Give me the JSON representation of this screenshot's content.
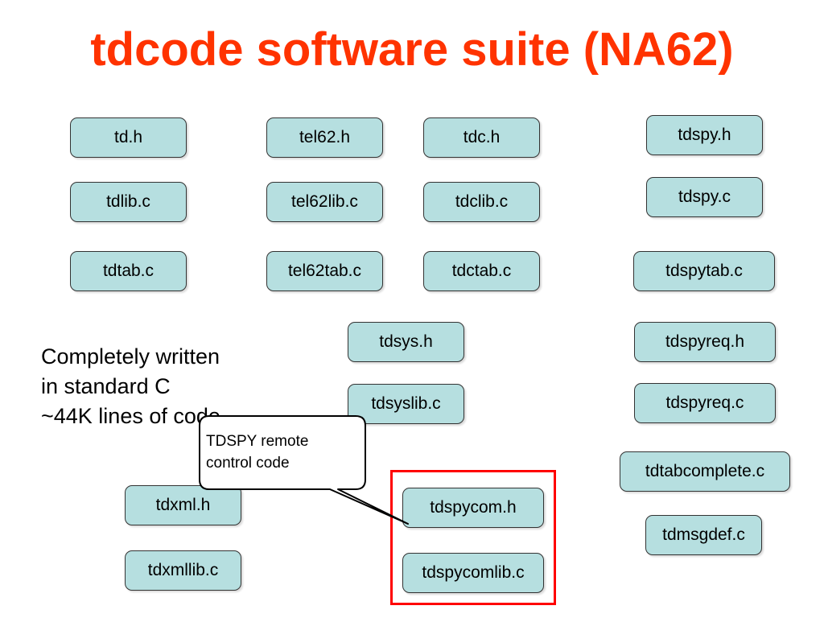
{
  "title": "tdcode software suite (NA62)",
  "colors": {
    "title": "#ff3300",
    "box_fill": "#b6dfe0",
    "box_border": "#333333",
    "highlight": "#ff0000"
  },
  "boxes": {
    "td_h": "td.h",
    "tdlib_c": "tdlib.c",
    "tdtab_c": "tdtab.c",
    "tel62_h": "tel62.h",
    "tel62lib_c": "tel62lib.c",
    "tel62tab_c": "tel62tab.c",
    "tdc_h": "tdc.h",
    "tdclib_c": "tdclib.c",
    "tdctab_c": "tdctab.c",
    "tdspy_h": "tdspy.h",
    "tdspy_c": "tdspy.c",
    "tdspytab_c": "tdspytab.c",
    "tdsys_h": "tdsys.h",
    "tdsyslib_c": "tdsyslib.c",
    "tdspyreq_h": "tdspyreq.h",
    "tdspyreq_c": "tdspyreq.c",
    "tdtabcomplete_c": "tdtabcomplete.c",
    "tdmsgdef_c": "tdmsgdef.c",
    "tdxml_h": "tdxml.h",
    "tdxmllib_c": "tdxmllib.c",
    "tdspycom_h": "tdspycom.h",
    "tdspycomlib_c": "tdspycomlib.c"
  },
  "description": {
    "line1": "Completely written",
    "line2": "in standard C",
    "line3": "~44K lines of code"
  },
  "callout": {
    "line1": "TDSPY remote",
    "line2": "control code"
  }
}
